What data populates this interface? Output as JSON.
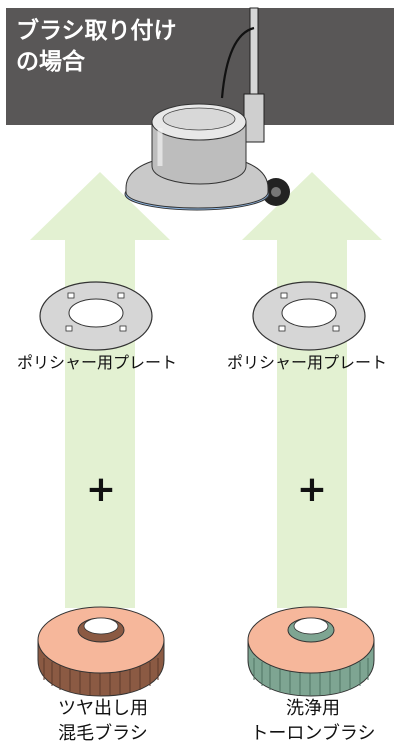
{
  "header": {
    "title": "ブラシ取り付け\nの場合"
  },
  "left_column": {
    "plate_label": "ポリシャー用プレート",
    "plus_sign": "+",
    "brush_label": "ツヤ出し用\n混毛ブラシ"
  },
  "right_column": {
    "plate_label": "ポリシャー用プレート",
    "plus_sign": "+",
    "brush_label": "洗浄用\nトーロンブラシ"
  },
  "colors": {
    "header_bg": "#595757",
    "arrow_fill": "#e3f1d2",
    "brush_top": "#f6b79b",
    "left_bristles": "#8b5a43",
    "right_bristles": "#7ea592",
    "polisher_ring": "#8fb8e6"
  },
  "icons": [
    "floor-polisher-icon",
    "polisher-plate-icon",
    "mixed-bristle-brush-icon",
    "tolon-brush-icon"
  ]
}
